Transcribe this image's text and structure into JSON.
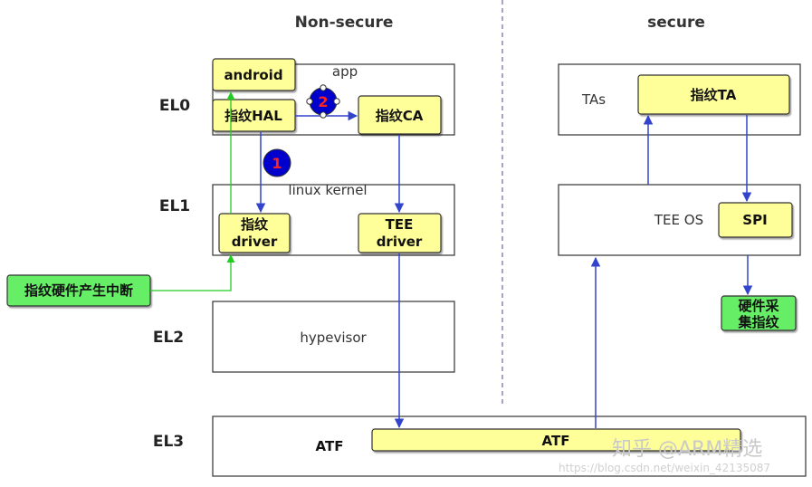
{
  "headers": {
    "non_secure": "Non-secure",
    "secure": "secure"
  },
  "levels": {
    "el0": "EL0",
    "el1": "EL1",
    "el2": "EL2",
    "el3": "EL3"
  },
  "regions": {
    "app": "app",
    "linux_kernel": "linux kernel",
    "hypervisor": "hypevisor",
    "atf_left": "ATF",
    "tas": "TAs",
    "tee_os": "TEE OS"
  },
  "boxes": {
    "android": "android",
    "fp_hal": "指纹HAL",
    "fp_ca": "指纹CA",
    "fp_driver_line1": "指纹",
    "fp_driver_line2": "driver",
    "tee_driver_line1": "TEE",
    "tee_driver_line2": "driver",
    "fp_interrupt": "指纹硬件产生中断",
    "atf_bar": "ATF",
    "fp_ta": "指纹TA",
    "spi": "SPI",
    "hw_collect_line1": "硬件采",
    "hw_collect_line2": "集指纹"
  },
  "markers": {
    "step1": "1",
    "step2": "2"
  },
  "watermark": {
    "brand": "知乎 @ARM精选",
    "url": "https://blog.csdn.net/weixin_42135087"
  },
  "colors": {
    "yellow_box": "#ffff99",
    "green_box": "#66ee66",
    "arrow_blue": "#3344cc",
    "arrow_green": "#22cc22",
    "marker_blue": "#0000cc",
    "marker_red": "#ff2222"
  }
}
